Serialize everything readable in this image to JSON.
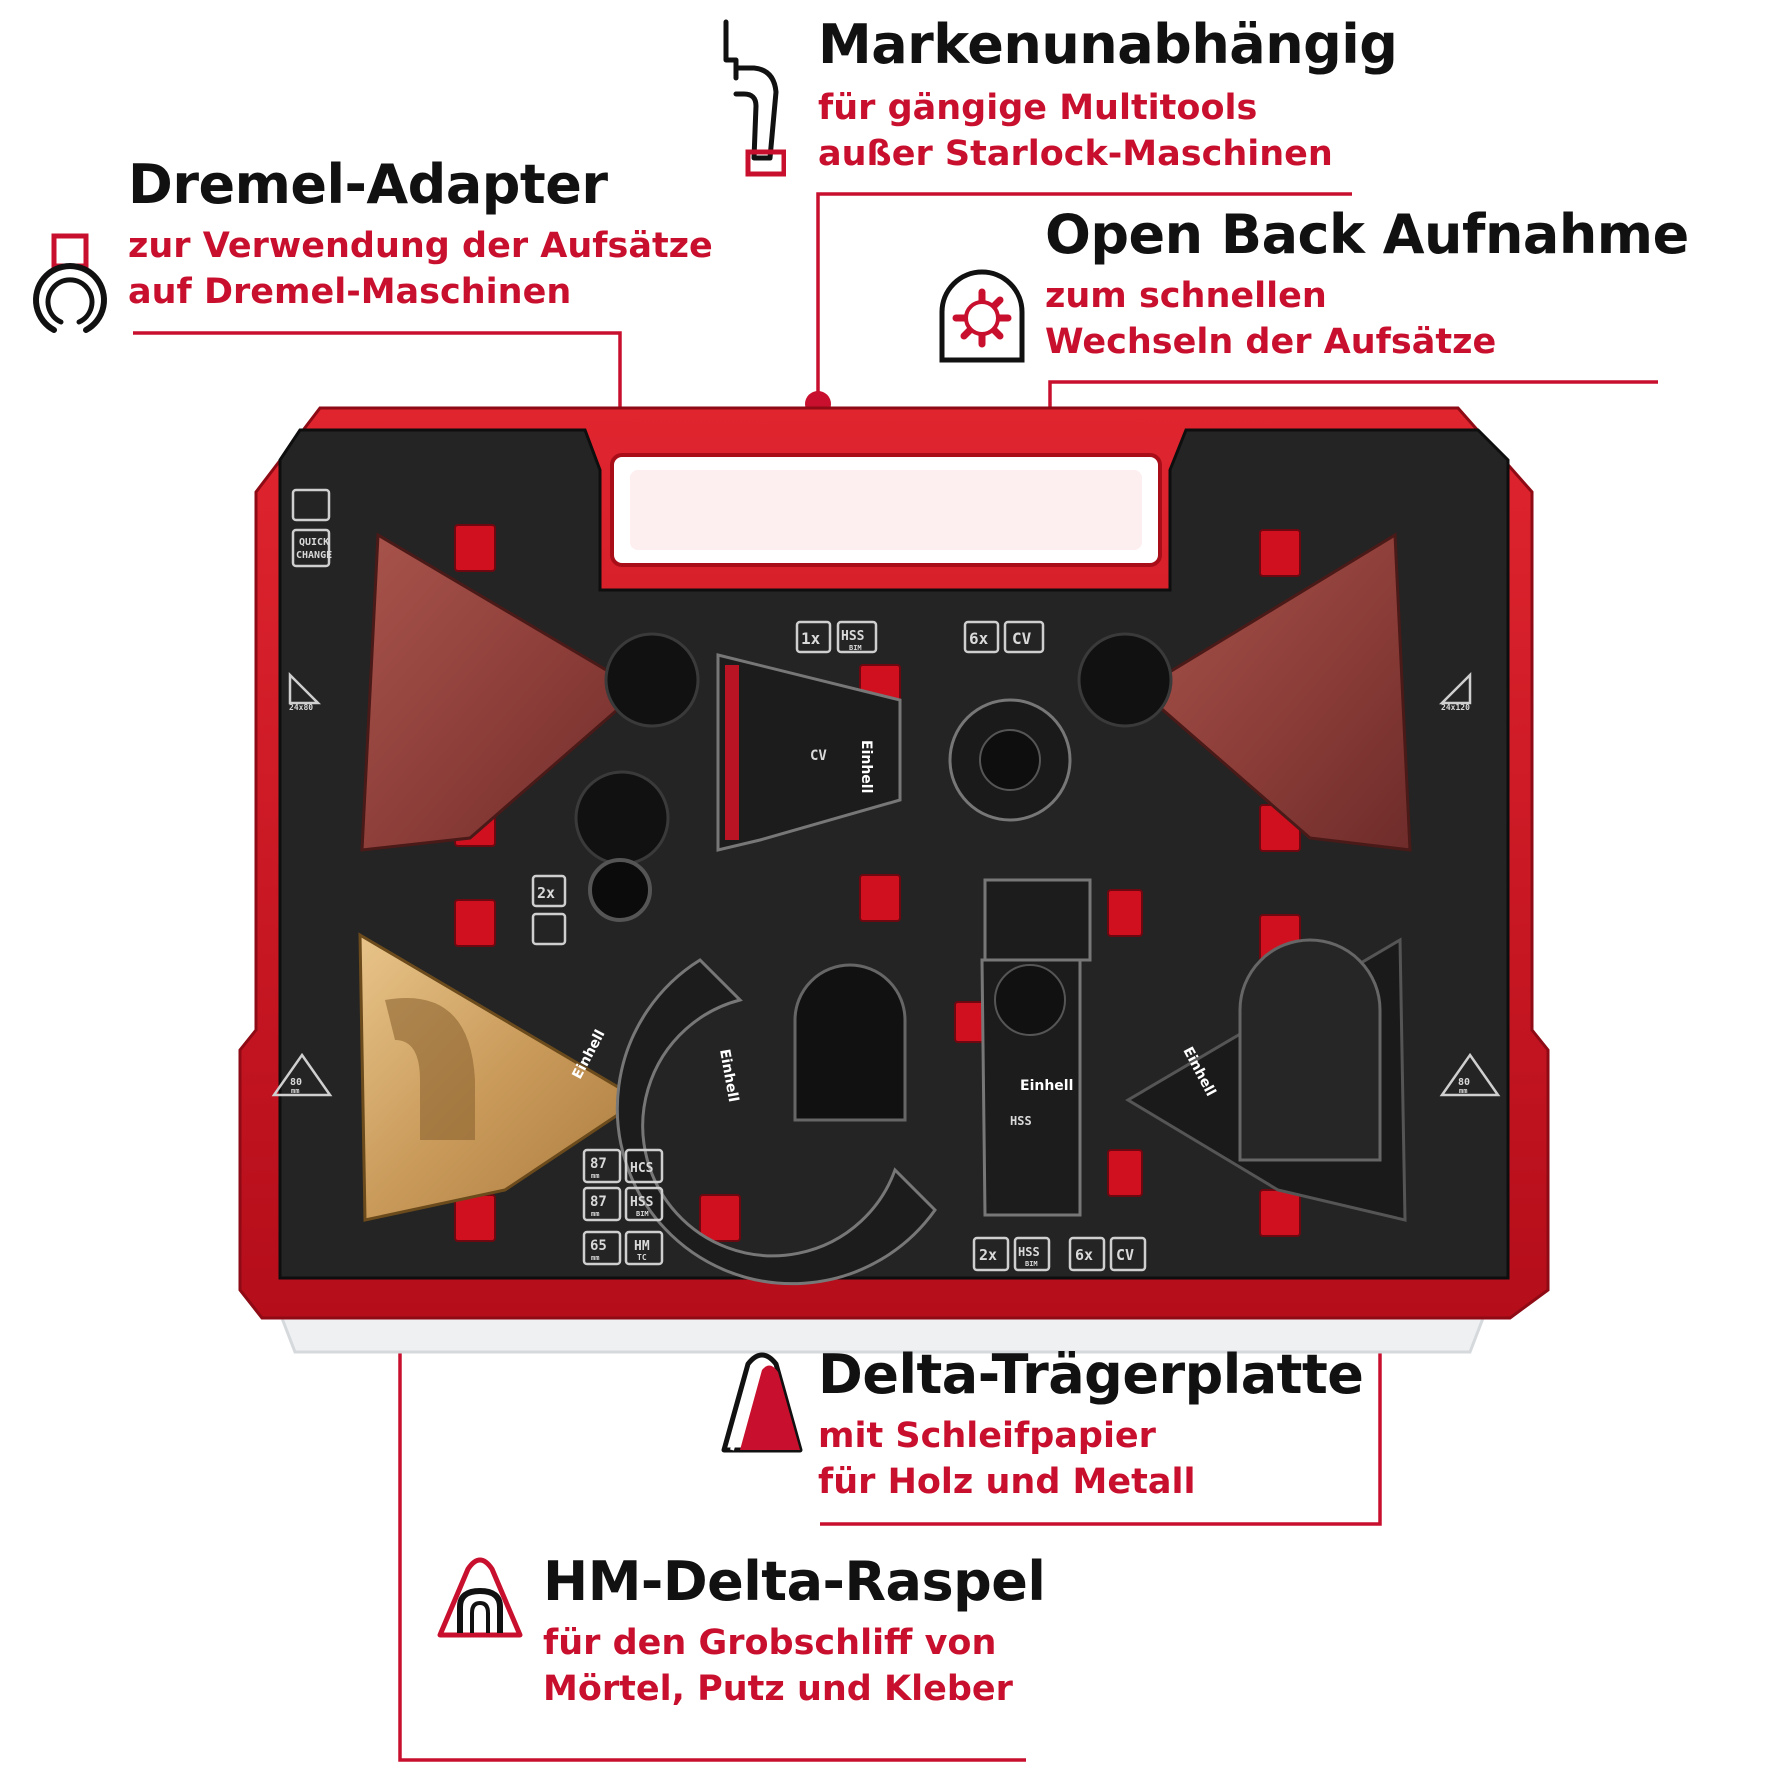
{
  "callouts": {
    "markenunabhaengig": {
      "title": "Markenunabhängig",
      "line1": "für gängige Multitools",
      "line2": "außer Starlock-Maschinen",
      "icon": "multitool-icon"
    },
    "dremel": {
      "title": "Dremel-Adapter",
      "line1": "zur Verwendung der Aufsätze",
      "line2": "auf Dremel-Maschinen",
      "icon": "dremel-adapter-icon"
    },
    "openback": {
      "title": "Open Back Aufnahme",
      "line1": "zum schnellen",
      "line2": "Wechseln der Aufsätze",
      "icon": "open-back-mount-icon"
    },
    "delta": {
      "title": "Delta-Trägerplatte",
      "line1": "mit Schleifpapier",
      "line2": "für Holz und Metall",
      "icon": "delta-sanding-plate-icon"
    },
    "raspel": {
      "title": "HM-Delta-Raspel",
      "line1": "für den Grobschliff von",
      "line2": "Mörtel, Putz und Kleber",
      "icon": "delta-rasp-icon"
    }
  },
  "case_labels": {
    "quick_change": [
      "QUICK",
      "CHANGE"
    ],
    "top_left_count": "1x",
    "top_left_type": "HSS",
    "top_left_sub": "BIM",
    "top_right_count": "6x",
    "top_right_type": "CV",
    "left_pad_size": "24x80",
    "right_pad_size": "24x120",
    "adapter_count": "2x",
    "left_delta_size": "80",
    "right_delta_size": "80",
    "size_unit": "mm",
    "d1": "87",
    "d1_type": "HCS",
    "d2": "87",
    "d2_type": "HSS",
    "d2_sub": "BIM",
    "d3": "65",
    "d3_type": "HM",
    "d3_sub": "TC",
    "bottom_count1": "2x",
    "bottom_type1": "HSS",
    "bottom_sub1": "BIM",
    "bottom_count2": "6x",
    "bottom_type2": "CV",
    "brand": "Einhell",
    "blade_cv": "CV",
    "blade_hss": "HSS"
  },
  "colors": {
    "accent": "#c8102e",
    "case_red": "#d0101f",
    "tray": "#1e1e1e",
    "text": "#111111"
  }
}
